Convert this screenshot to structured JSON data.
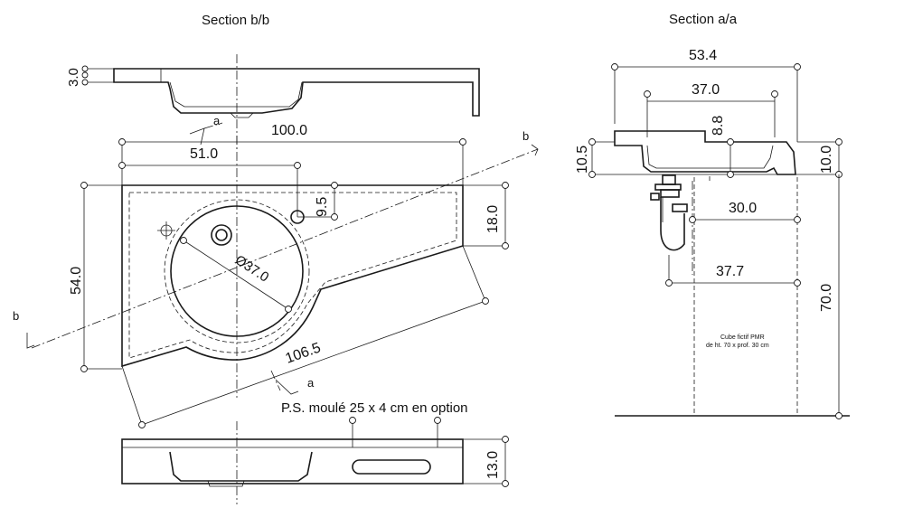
{
  "titles": {
    "section_bb": "Section b/b",
    "section_aa": "Section a/a"
  },
  "plan_view": {
    "dim_top_thickness": "3.0",
    "dim_total_width": "100.0",
    "dim_bowl_center": "51.0",
    "dim_tap_offset": "9.5",
    "dim_depth": "54.0",
    "dim_right_depth": "18.0",
    "dim_bowl_diameter": "Ø37.0",
    "dim_diagonal": "106.5",
    "cut_label_a": "a",
    "cut_label_b": "b",
    "note": "P.S. moulé 25 x 4 cm en option"
  },
  "front_view": {
    "dim_height": "13.0"
  },
  "section_aa_view": {
    "dim_overall": "53.4",
    "dim_bowl": "37.0",
    "dim_bowl_depth": "8.8",
    "dim_left_height": "10.5",
    "dim_right_height": "10.0",
    "dim_clearance_30": "30.0",
    "dim_clearance_377": "37.7",
    "dim_clearance_height": "70.0",
    "cube_note_line1": "Cube fictif PMR",
    "cube_note_line2": "de ht. 70 x prof. 30 cm"
  }
}
